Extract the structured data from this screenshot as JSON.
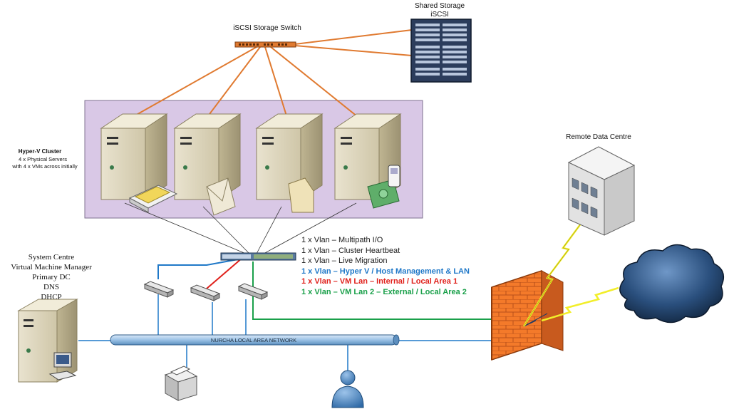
{
  "labels": {
    "shared_storage_line1": "Shared Storage",
    "shared_storage_line2": "iSCSI",
    "storage_switch": "iSCSI Storage Switch",
    "cluster_title": "Hyper-V Cluster",
    "cluster_line1": "4 x Physical Servers",
    "cluster_line2": "with 4 x VMs across initially",
    "remote_dc": "Remote Data Centre",
    "lan_name": "NURCHA LOCAL AREA NETWORK",
    "left_server_lines": [
      "System Centre",
      "Virtual Machine Manager",
      "Primary DC",
      "DNS",
      "DHCP"
    ]
  },
  "vlans": [
    {
      "text": "1 x Vlan – Multipath I/O",
      "style": "plain"
    },
    {
      "text": "1 x Vlan – Cluster Heartbeat",
      "style": "plain"
    },
    {
      "text": "1 x Vlan – Live Migration",
      "style": "plain"
    },
    {
      "text": "1 x Vlan – Hyper V / Host Management & LAN",
      "style": "blue"
    },
    {
      "text": "1 x Vlan – VM Lan – Internal / Local Area 1",
      "style": "red"
    },
    {
      "text": "1 x Vlan – VM Lan 2 – External / Local Area 2",
      "style": "green"
    }
  ],
  "colors": {
    "cluster_bg": "#d9c8e6",
    "iscsi_link": "#e07a30",
    "blue_link": "#1f78c8",
    "red_link": "#e0201b",
    "green_link": "#1aa04a",
    "firewall": "#f47a2a",
    "lightning": "#f2ee2a"
  },
  "icons": [
    "storage-array-icon",
    "storage-switch-icon",
    "server-tower-icon",
    "core-switch-icon",
    "hub-icon",
    "firewall-icon",
    "cloud-icon",
    "building-icon",
    "printer-icon",
    "user-icon",
    "workstation-icon"
  ]
}
